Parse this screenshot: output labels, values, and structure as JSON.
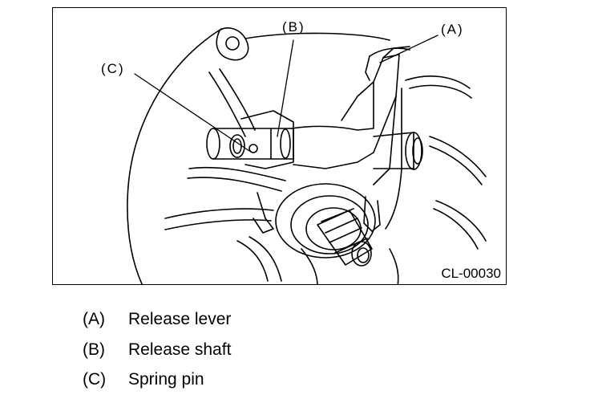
{
  "figure": {
    "code": "CL-00030",
    "callouts": {
      "a": "(A)",
      "b": "(B)",
      "c": "(C)"
    },
    "line_color": "#000000",
    "background": "#ffffff"
  },
  "legend": {
    "items": [
      {
        "key": "(A)",
        "label": "Release lever"
      },
      {
        "key": "(B)",
        "label": "Release shaft"
      },
      {
        "key": "(C)",
        "label": "Spring pin"
      }
    ]
  }
}
